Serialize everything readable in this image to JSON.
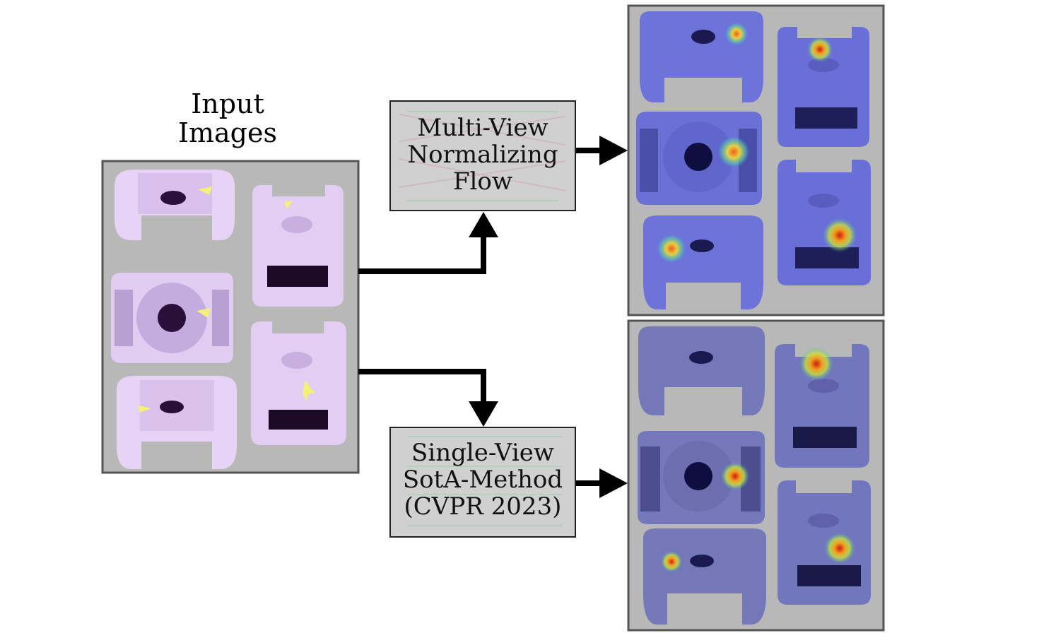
{
  "input_panel": {
    "title_line1": "Input",
    "title_line2": "Images"
  },
  "multi_view_box": {
    "line1": "Multi-View",
    "line2": "Normalizing",
    "line3": "Flow"
  },
  "single_view_box": {
    "line1": "Single-View",
    "line2": "SotA-Method",
    "line3": "(CVPR 2023)"
  },
  "colors": {
    "panel_bg": "#b8b8b8",
    "panel_border": "#555555",
    "box_bg": "#d0d0d0",
    "part_input": "#e7d3f5",
    "part_heatmap": "#6d73d8",
    "part_single": "#7477b8",
    "defect_yellow": "#f4f07a",
    "arrow": "#000000"
  }
}
